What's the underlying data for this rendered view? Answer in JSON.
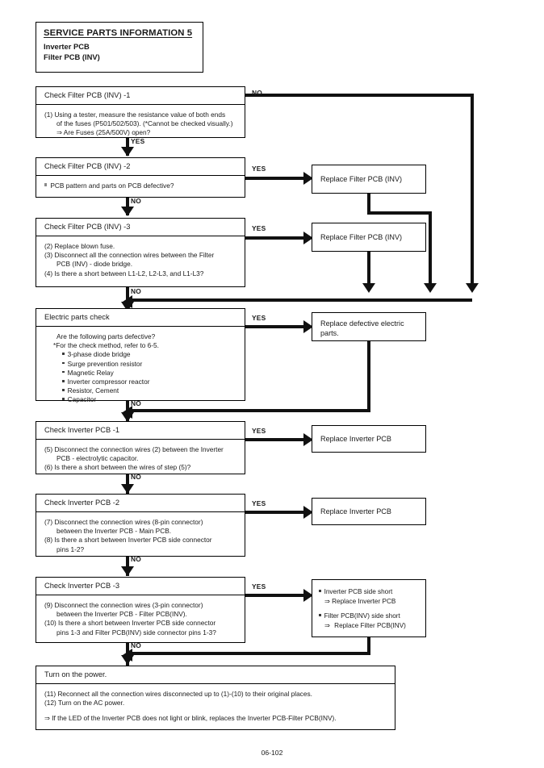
{
  "document": {
    "footer_page": "06-102"
  },
  "title_block": {
    "heading": "SERVICE PARTS INFORMATION 5",
    "sub_line_1": "Inverter PCB",
    "sub_line_2": "Filter PCB (INV)"
  },
  "labels": {
    "yes": "YES",
    "no": "NO"
  },
  "nodes": [
    {
      "id": "check-filter-pcb-1",
      "head": "Check Filter PCB (INV) -1",
      "lines": [
        "(1) Using a tester, measure the resistance value of both ends",
        "of the fuses (P501/502/503). (*Cannot be checked visually.)",
        "⇒ Are Fuses (25A/500V) open?"
      ]
    },
    {
      "id": "check-filter-pcb-2",
      "head": "Check Filter PCB (INV) -2",
      "lines": [
        "PCB pattern and parts on PCB defective?"
      ]
    },
    {
      "id": "check-filter-pcb-3",
      "head": "Check Filter PCB (INV) -3",
      "lines": [
        "(2) Replace blown fuse.",
        "(3) Disconnect all the connection wires between the Filter",
        "PCB (INV) - diode bridge.",
        "(4) Is there a short between L1-L2, L2-L3, and L1-L3?"
      ]
    },
    {
      "id": "electric-parts-check",
      "head": "Electric parts check",
      "lines": [
        "Are the following parts defective?",
        "*For the check method, refer to 6-5.",
        "3-phase diode bridge",
        "Surge prevention resistor",
        "Magnetic Relay",
        "Inverter compressor reactor",
        "Resistor, Cement",
        "Capacitor"
      ]
    },
    {
      "id": "check-inverter-pcb-1",
      "head": "Check Inverter PCB -1",
      "lines": [
        "(5) Disconnect the connection wires (2) between the Inverter",
        "PCB - electrolytic capacitor.",
        "(6) Is there a short between the wires of step (5)?"
      ]
    },
    {
      "id": "check-inverter-pcb-2",
      "head": "Check Inverter PCB -2",
      "lines": [
        "(7) Disconnect the connection wires (8-pin connector)",
        "between the Inverter PCB - Main PCB.",
        "(8) Is there a short between Inverter PCB side connector",
        "pins 1-2?"
      ]
    },
    {
      "id": "check-inverter-pcb-3",
      "head": "Check Inverter PCB -3",
      "lines": [
        "(9) Disconnect the connection wires (3-pin connector)",
        "between the Inverter PCB - Filter PCB(INV).",
        "(10) Is there a short between Inverter PCB side connector",
        "pins 1-3 and Filter PCB(INV) side connector pins 1-3?"
      ]
    },
    {
      "id": "turn-on-the-power",
      "head": "Turn on the power.",
      "lines": [
        "(11) Reconnect all the connection wires disconnected up to (1)-(10) to their original places.",
        "(12) Turn on the AC power.",
        "⇒ If the LED of the Inverter PCB does not light or blink, replaces the Inverter PCB-Filter PCB(INV)."
      ]
    }
  ],
  "results": {
    "replace_filter_pcb_a": "Replace Filter PCB (INV)",
    "replace_filter_pcb_b": "Replace Filter PCB (INV)",
    "replace_defective_electric_parts_l1": "Replace defective electric",
    "replace_defective_electric_parts_l2": "parts.",
    "replace_inverter_pcb_a": "Replace Inverter PCB",
    "replace_inverter_pcb_b": "Replace Inverter PCB",
    "short_result": {
      "item1_l1": "Inverter PCB side short",
      "item1_l2": "⇒ Replace Inverter PCB",
      "item2_l1": "Filter PCB(INV) side short",
      "item2_l2": "⇒",
      "item2_l3": "Replace Filter PCB(INV)"
    }
  }
}
